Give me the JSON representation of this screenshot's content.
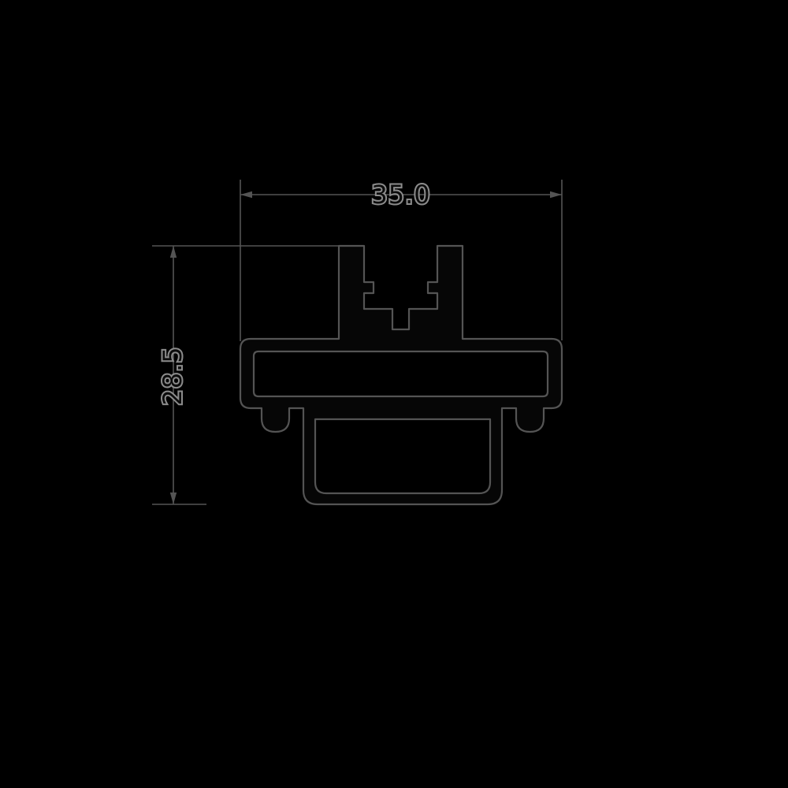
{
  "drawing": {
    "type": "technical-cross-section",
    "width_dimension": {
      "label": "35.0",
      "orientation": "horizontal"
    },
    "height_dimension": {
      "label": "28.5",
      "orientation": "vertical"
    },
    "colors": {
      "background": "#000000",
      "line": "#545454",
      "shape_fill": "#060606",
      "text_fill": "#0b0b0b",
      "text_halo": "#8c8c8c"
    }
  }
}
